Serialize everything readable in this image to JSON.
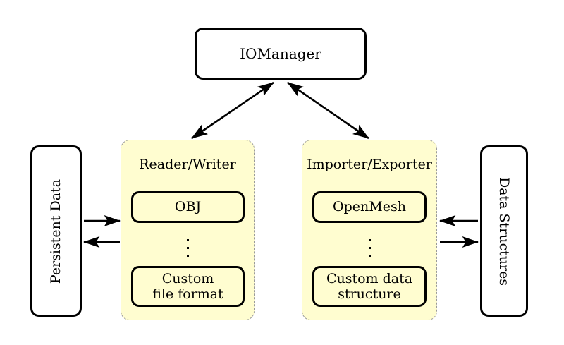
{
  "diagram": {
    "type": "architecture-block-diagram",
    "background": "#ffffff",
    "palette": {
      "stroke": "#000000",
      "panel_fill": "#fffdd0",
      "panel_border": "#9a9a9a",
      "box_fill": "#ffffff"
    },
    "manager": {
      "label": "IOManager"
    },
    "left_store": {
      "label": "Persistent Data",
      "orientation": "rotated-ccw"
    },
    "right_store": {
      "label": "Data Structures",
      "orientation": "rotated-cw"
    },
    "panels": [
      {
        "id": "reader-writer",
        "title": "Reader/Writer",
        "items": [
          {
            "label": "OBJ"
          },
          {
            "label": "Custom\nfile format",
            "line1": "Custom",
            "line2": "file format"
          }
        ],
        "ellipsis": "vdots"
      },
      {
        "id": "importer-exporter",
        "title": "Importer/Exporter",
        "items": [
          {
            "label": "OpenMesh"
          },
          {
            "label": "Custom data\nstructure",
            "line1": "Custom data",
            "line2": "structure"
          }
        ],
        "ellipsis": "vdots"
      }
    ],
    "connections": [
      {
        "id": "manager-to-reader-writer",
        "from": "IOManager",
        "to": "Reader/Writer",
        "style": "double-headed-diagonal"
      },
      {
        "id": "manager-to-importer-exporter",
        "from": "IOManager",
        "to": "Importer/Exporter",
        "style": "double-headed-diagonal"
      },
      {
        "id": "persistent-to-reader",
        "from": "Persistent Data",
        "to": "Reader/Writer",
        "style": "single-arrow-right"
      },
      {
        "id": "reader-to-persistent",
        "from": "Reader/Writer",
        "to": "Persistent Data",
        "style": "single-arrow-left"
      },
      {
        "id": "datastructures-to-importer",
        "from": "Data Structures",
        "to": "Importer/Exporter",
        "style": "single-arrow-left"
      },
      {
        "id": "importer-to-datastructures",
        "from": "Importer/Exporter",
        "to": "Data Structures",
        "style": "single-arrow-right"
      }
    ]
  }
}
